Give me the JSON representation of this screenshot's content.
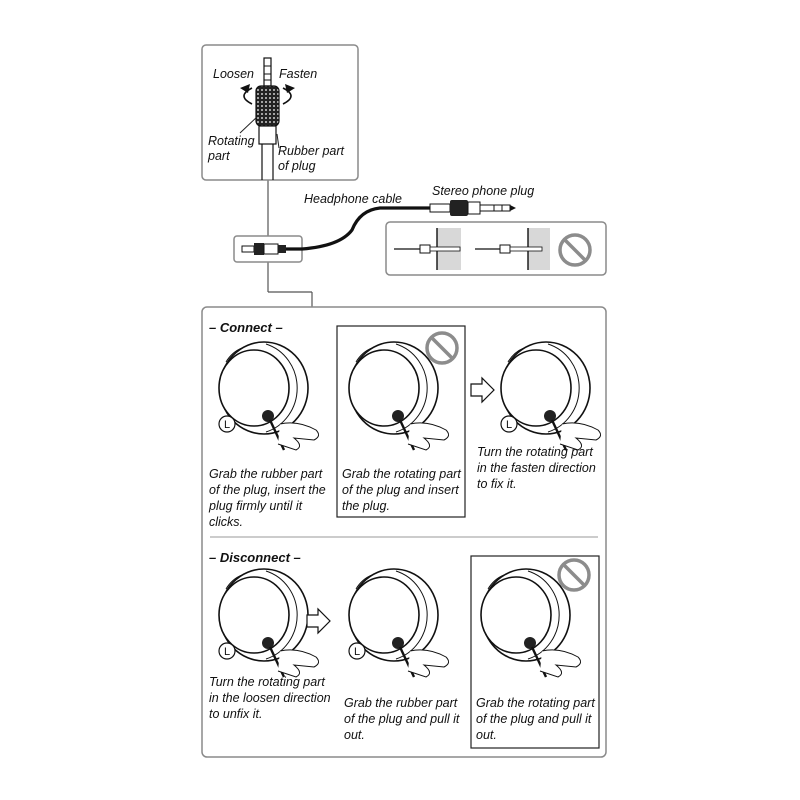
{
  "top_detail": {
    "loosen": "Loosen",
    "fasten": "Fasten",
    "rotating_part": [
      "Rotating",
      "part"
    ],
    "rubber_part": [
      "Rubber part",
      "of plug"
    ]
  },
  "cable": {
    "headphone_cable": "Headphone cable",
    "stereo_phone_plug": "Stereo phone plug"
  },
  "connect": {
    "title": "– Connect –",
    "steps": [
      {
        "lines": [
          "Grab the rubber part",
          "of the plug, insert the",
          "plug firmly until it",
          "clicks."
        ],
        "prohibited": false
      },
      {
        "lines": [
          "Grab the rotating part",
          "of the plug and insert",
          "the plug."
        ],
        "prohibited": true
      },
      {
        "lines": [
          "Turn the rotating part",
          "in the fasten direction",
          "to fix it."
        ],
        "prohibited": false
      }
    ]
  },
  "disconnect": {
    "title": "– Disconnect –",
    "steps": [
      {
        "lines": [
          "Turn the rotating part",
          "in the loosen direction",
          "to unfix it."
        ],
        "prohibited": false
      },
      {
        "lines": [
          "Grab the rubber part",
          "of the plug and pull it",
          "out."
        ],
        "prohibited": false
      },
      {
        "lines": [
          "Grab the rotating part",
          "of the plug and pull it",
          "out."
        ],
        "prohibited": true
      }
    ]
  },
  "side_marker": "L",
  "colors": {
    "prohibit": "#8c8c8c",
    "frame": "#8a8a8a",
    "line": "#111111"
  }
}
